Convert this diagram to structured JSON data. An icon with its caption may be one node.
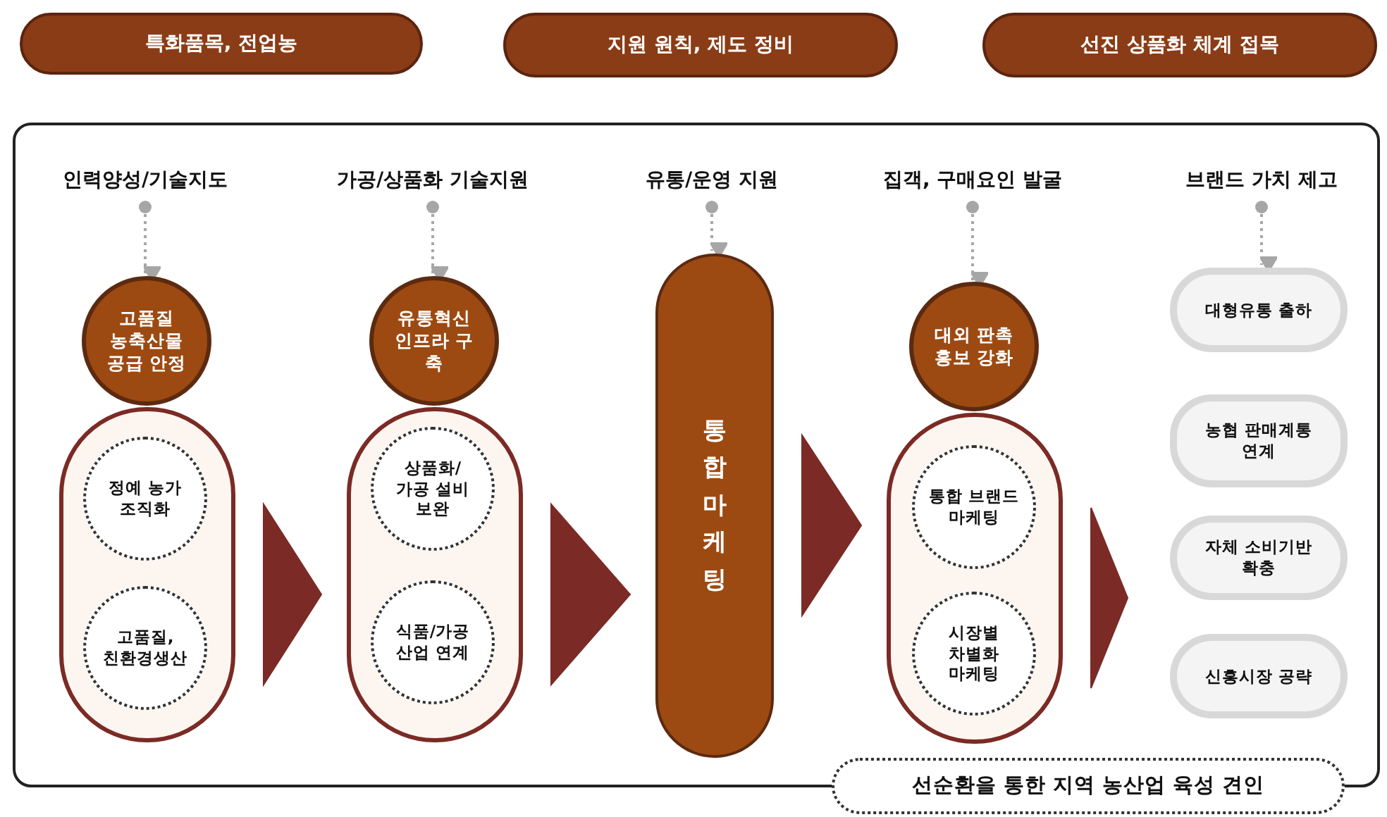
{
  "diagram": {
    "nodes": [
      {
        "text": [
          "특화품목, 전업농"
        ]
      },
      {
        "text": [
          "지원 원칙, 제도 정비"
        ]
      },
      {
        "text": [
          "선진 상품화 체계 접목"
        ]
      },
      {
        "text": [
          "인력양성/기술지도"
        ]
      },
      {
        "text": [
          "가공/상품화 기술지원"
        ]
      },
      {
        "text": [
          "유통/운영 지원"
        ]
      },
      {
        "text": [
          "집객, 구매요인 발굴"
        ]
      },
      {
        "text": [
          "브랜드 가치 제고"
        ]
      },
      {
        "text": [
          "고품질 농축산물 공급 안정"
        ]
      },
      {
        "text": [],
        "shape": "capsule"
      },
      {
        "text": [
          "정예 농가 조직화"
        ],
        "in": 9
      },
      {
        "text": [
          "고품질, 친환경생산"
        ],
        "in": 9
      },
      {
        "text": [
          "유통혁신 인프라 구 축"
        ]
      },
      {
        "text": [],
        "shape": "capsule"
      },
      {
        "text": [
          "상품화/가공 설비 보완"
        ],
        "in": 13
      },
      {
        "text": [
          "식품/가공 산업 연계"
        ],
        "in": 13
      },
      {
        "text": [
          "통합마케팅"
        ]
      },
      {
        "text": [
          "대외 판촉 홍보 강화"
        ]
      },
      {
        "text": [],
        "shape": "capsule"
      },
      {
        "text": [
          "통합 브랜드 마케팅"
        ],
        "in": 18
      },
      {
        "text": [
          "시장별 차별화 마케팅"
        ],
        "in": 18
      },
      {
        "text": [
          "대형유통 출하"
        ]
      },
      {
        "text": [
          "농협 판매계통 연계"
        ]
      },
      {
        "text": [
          "자체 소비기반 확충"
        ]
      },
      {
        "text": [
          "신흥시장 공략"
        ]
      },
      {
        "text": [
          "선순환을 통한 지역 농산업 육성 견인"
        ]
      }
    ],
    "edges": [
      {
        "from": 3,
        "to": 8,
        "arrow": "to"
      },
      {
        "from": 4,
        "to": 12,
        "arrow": "to"
      },
      {
        "from": 5,
        "to": 16,
        "arrow": "to"
      },
      {
        "from": 6,
        "to": 17,
        "arrow": "to"
      },
      {
        "from": 7,
        "to": 21,
        "arrow": "to"
      },
      {
        "from": 9,
        "to": 13,
        "arrow": "to",
        "style": "thick",
        "color": "#7b2a25"
      },
      {
        "from": 13,
        "to": 16,
        "arrow": "to",
        "style": "thick",
        "color": "#7b2a25"
      },
      {
        "from": 16,
        "to": 18,
        "arrow": "to",
        "style": "thick",
        "color": "#7b2a25"
      },
      {
        "from": 18,
        "to": null,
        "arrow": "to",
        "style": "thick",
        "color": "#7b2a25"
      }
    ]
  }
}
